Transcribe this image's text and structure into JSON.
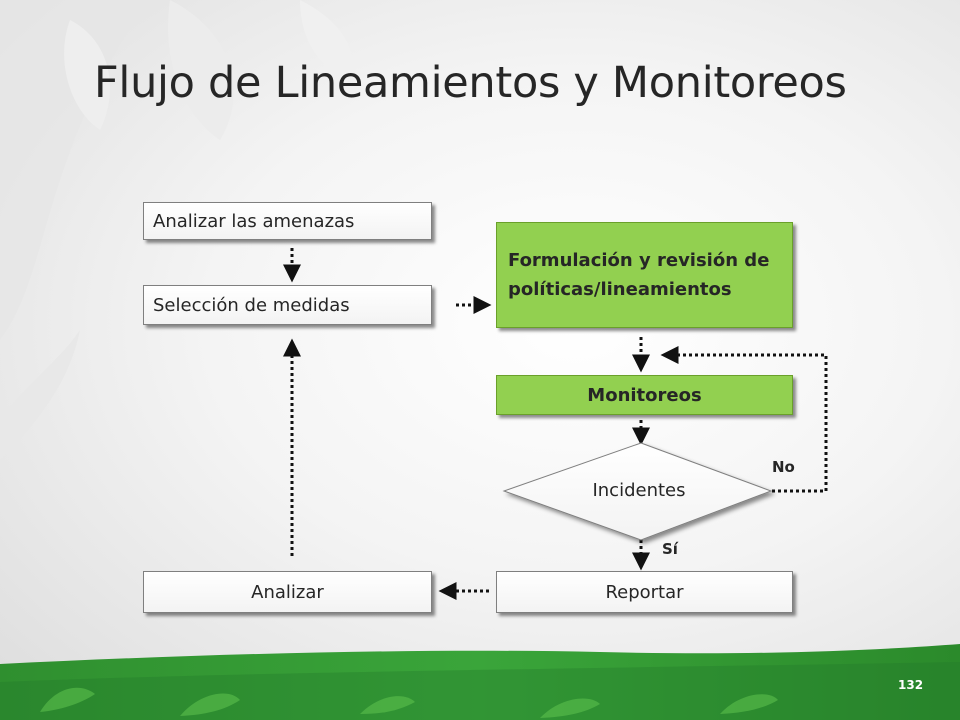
{
  "title": "Flujo de Lineamientos y Monitoreos",
  "nodes": {
    "analizar_amenazas": "Analizar las amenazas",
    "seleccion_medidas": "Selección de medidas",
    "formulacion_line1": "Formulación y revisión de",
    "formulacion_line2": "políticas/lineamientos",
    "monitoreos": "Monitoreos",
    "incidentes": "Incidentes",
    "reportar": "Reportar",
    "analizar": "Analizar"
  },
  "edge_labels": {
    "no": "No",
    "si": "Sí"
  },
  "page_number": "132",
  "colors": {
    "accent_green": "#92d050",
    "brand_green": "#2e8b2e",
    "text": "#262626"
  }
}
